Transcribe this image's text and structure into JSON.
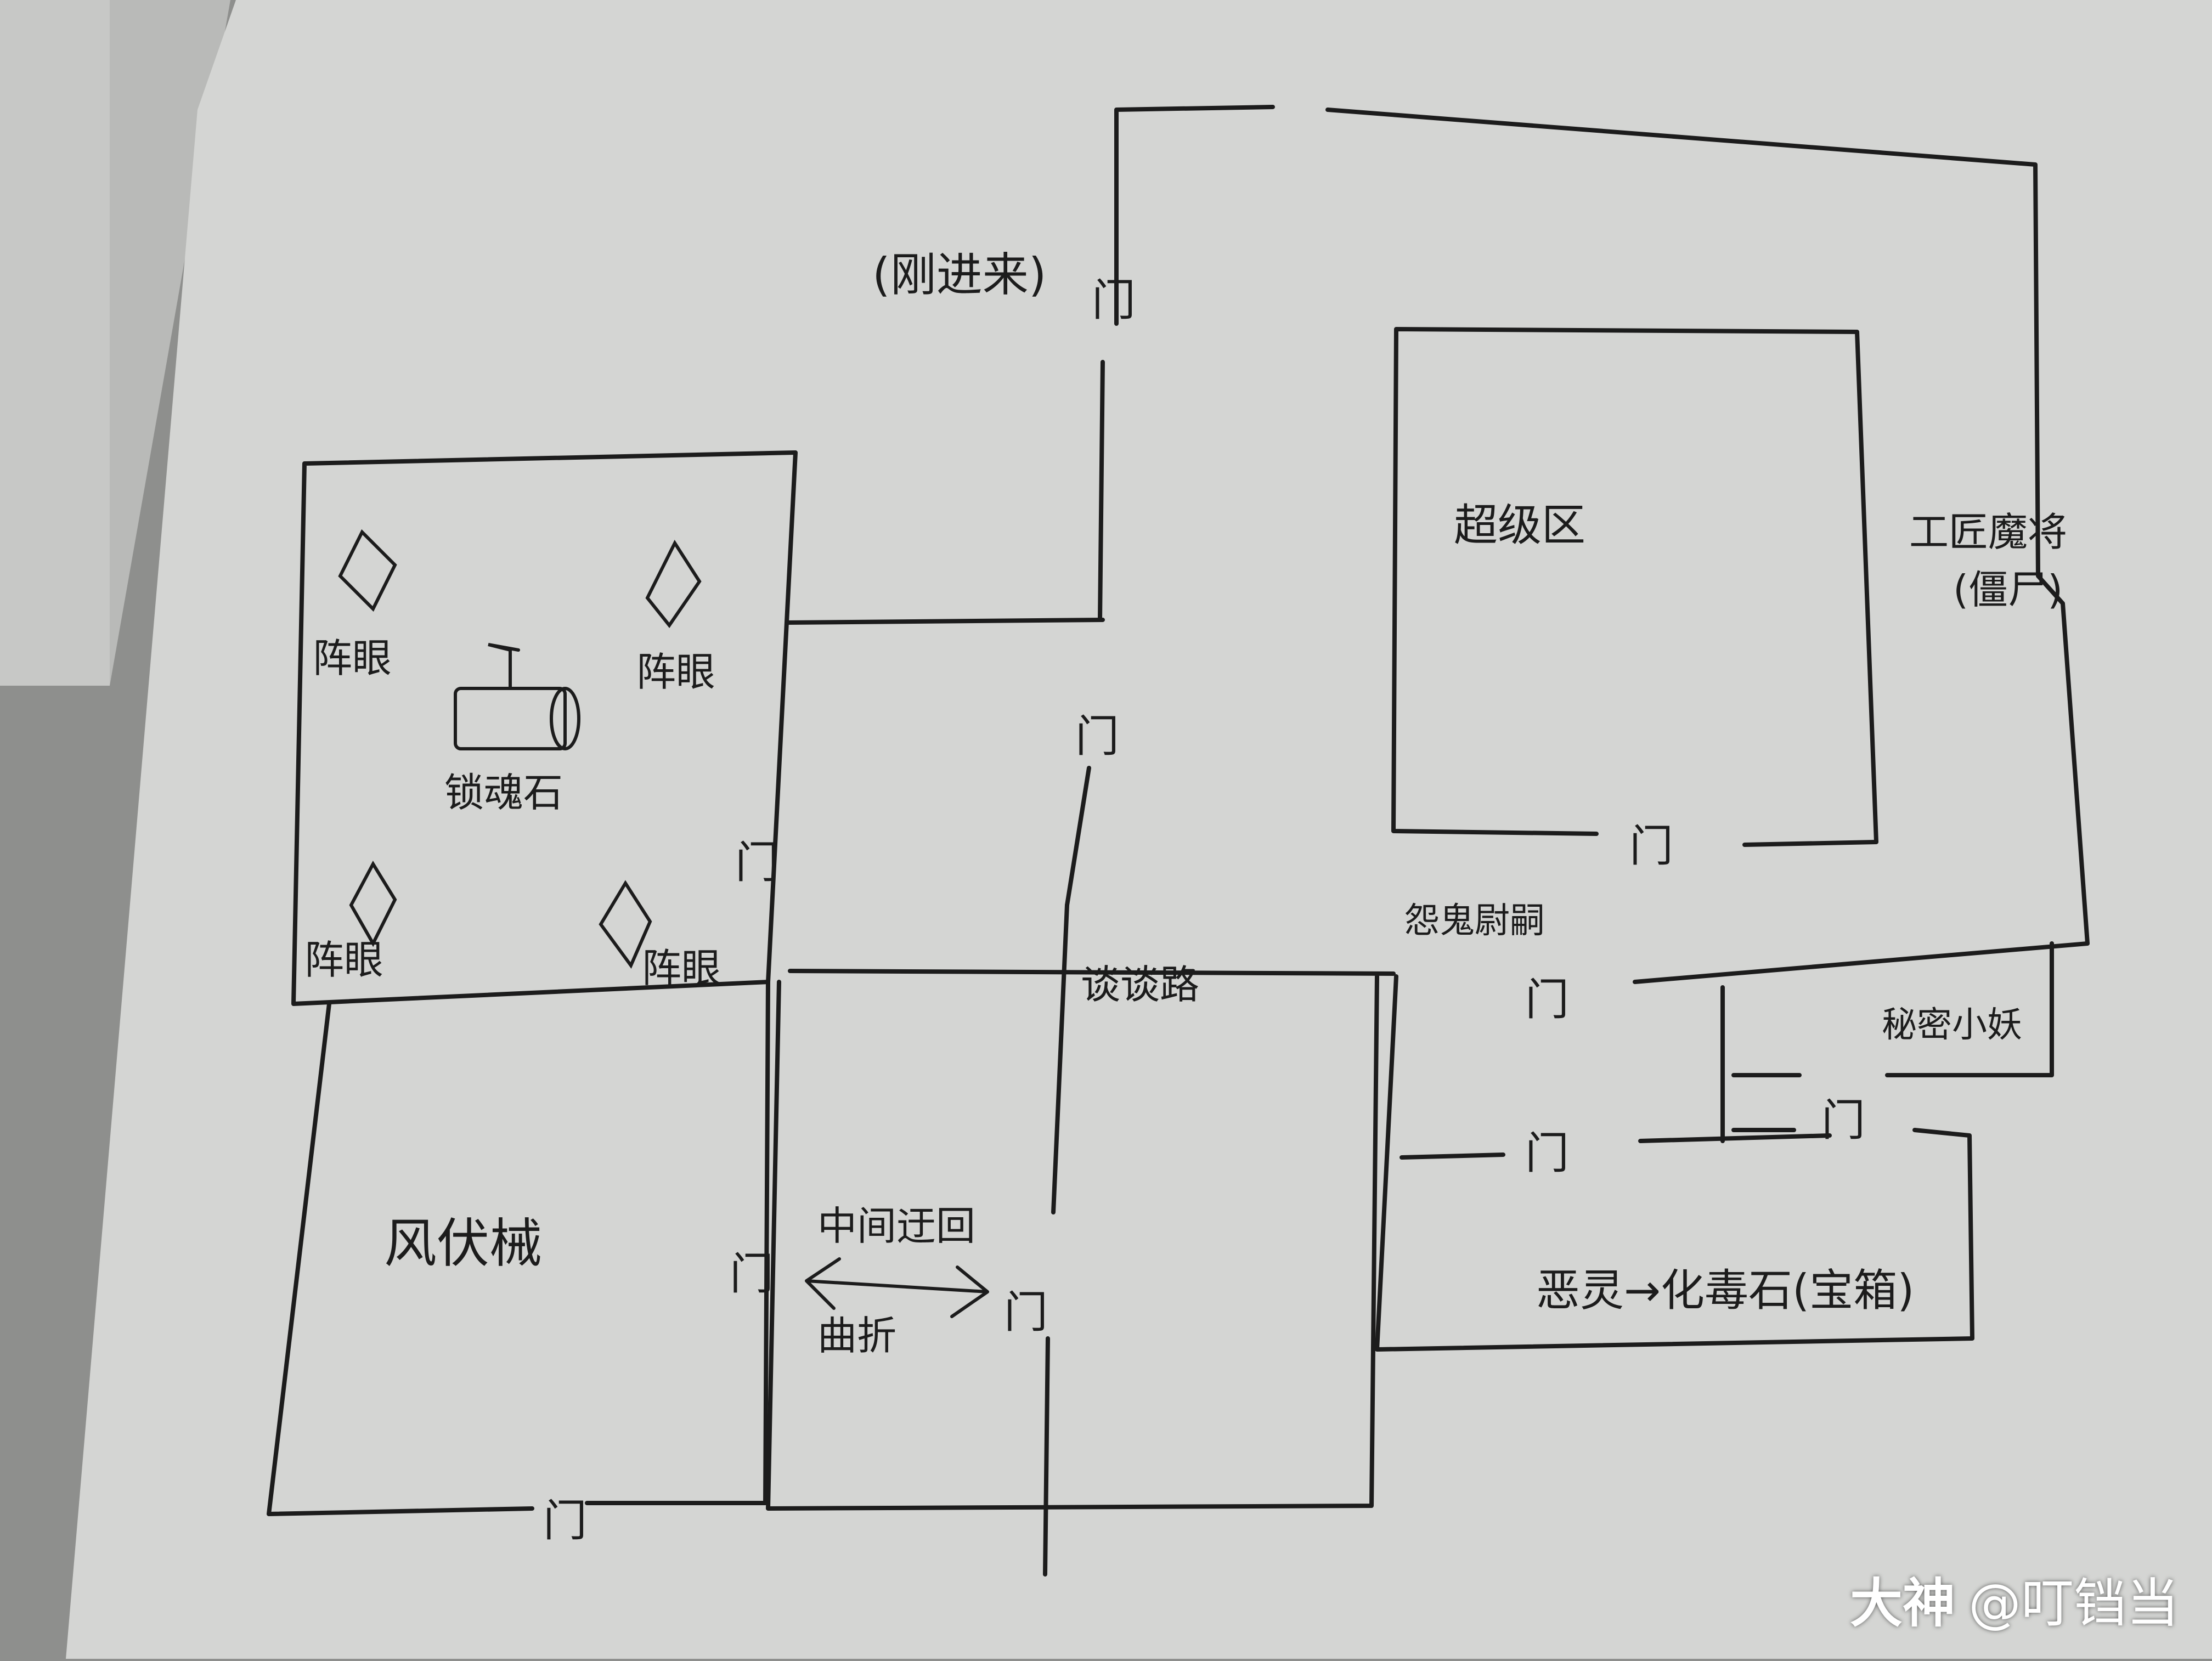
{
  "colors": {
    "ink": "#1c1c1c",
    "paper": "#d7d8d6",
    "paper_edge": "#9a9b99",
    "back_sheet": "#c9cac8"
  },
  "labels": {
    "entrance": "(刚进来)",
    "door": "门",
    "eye": "阵眼",
    "soul_stone": "锁魂石",
    "machine": "风伏械",
    "middle": "中间迂回",
    "tortuous": "曲折",
    "path": "谈谈路",
    "super_area": "超级区",
    "fierce_ghost": "怨鬼尉嗣",
    "worker": "工匠魔将",
    "zombie": "(僵尸)",
    "secret_demon": "秘密小妖",
    "evil_spirit": "恶灵→化毒石(宝箱)"
  },
  "watermark": {
    "brand": "大神",
    "user": "@叮铛当"
  }
}
